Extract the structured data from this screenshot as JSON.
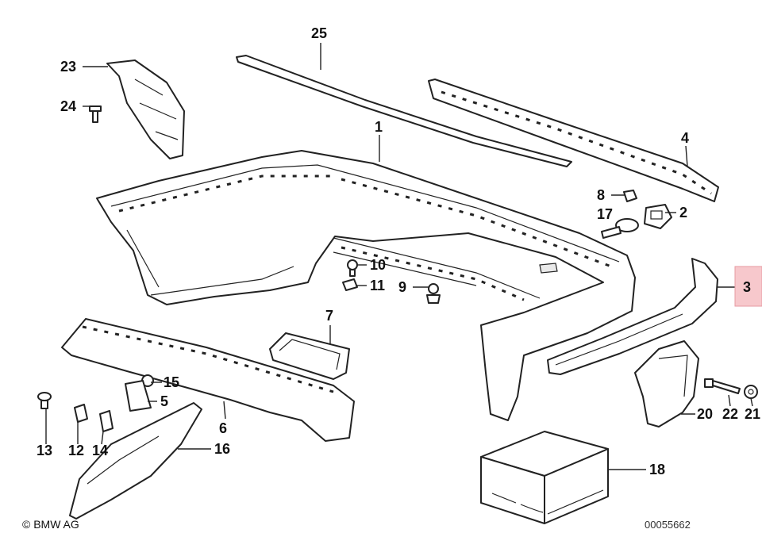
{
  "callouts": [
    {
      "id": "1",
      "highlighted": false
    },
    {
      "id": "2",
      "highlighted": false
    },
    {
      "id": "3",
      "highlighted": true
    },
    {
      "id": "4",
      "highlighted": false
    },
    {
      "id": "5",
      "highlighted": false
    },
    {
      "id": "6",
      "highlighted": false
    },
    {
      "id": "7",
      "highlighted": false
    },
    {
      "id": "8",
      "highlighted": false
    },
    {
      "id": "9",
      "highlighted": false
    },
    {
      "id": "10",
      "highlighted": false
    },
    {
      "id": "11",
      "highlighted": false
    },
    {
      "id": "12",
      "highlighted": false
    },
    {
      "id": "13",
      "highlighted": false
    },
    {
      "id": "14",
      "highlighted": false
    },
    {
      "id": "15",
      "highlighted": false
    },
    {
      "id": "16",
      "highlighted": false
    },
    {
      "id": "17",
      "highlighted": false
    },
    {
      "id": "18",
      "highlighted": false
    },
    {
      "id": "20",
      "highlighted": false
    },
    {
      "id": "21",
      "highlighted": false
    },
    {
      "id": "22",
      "highlighted": false
    },
    {
      "id": "23",
      "highlighted": false
    },
    {
      "id": "24",
      "highlighted": false
    },
    {
      "id": "25",
      "highlighted": false
    }
  ],
  "footer": {
    "copyright": "© BMW AG",
    "diagram_code": "00055662"
  },
  "colors": {
    "highlight": "#f7c8cc",
    "line": "#222222"
  }
}
